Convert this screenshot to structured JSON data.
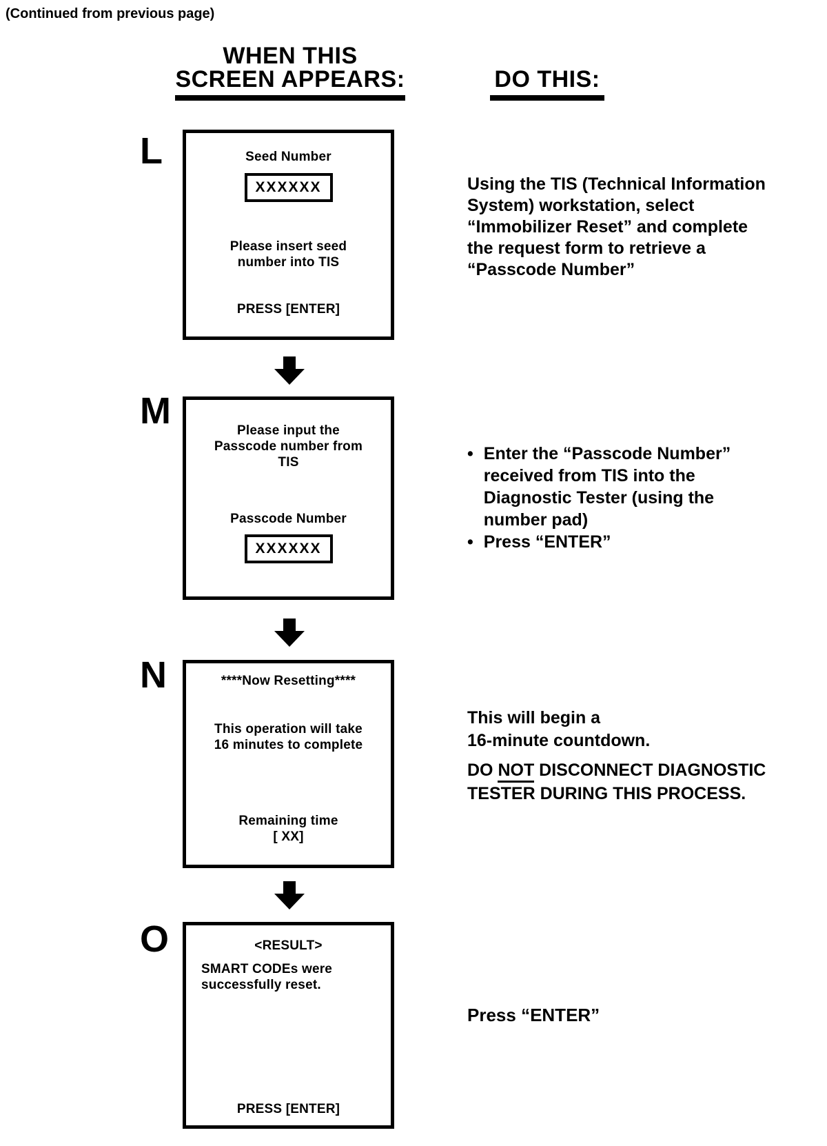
{
  "colors": {
    "ink": "#000000",
    "paper": "#ffffff"
  },
  "page": {
    "continued_note": "(Continued from previous page)"
  },
  "headers": {
    "left_line1": "WHEN THIS",
    "left_line2": "SCREEN APPEARS:",
    "right": "DO THIS:"
  },
  "steps": [
    {
      "label": "L",
      "screen": {
        "title": "Seed Number",
        "field_value": "XXXXXX",
        "body_lines": [
          "Please insert seed",
          "number into TIS"
        ],
        "footer": "PRESS [ENTER]"
      },
      "instruction_lines": [
        "Using the TIS (Technical Information",
        "System) workstation, select",
        "“Immobilizer Reset” and complete",
        "the request form to retrieve a",
        "“Passcode Number”"
      ]
    },
    {
      "label": "M",
      "screen": {
        "body_lines": [
          "Please input the",
          "Passcode number from",
          "TIS"
        ],
        "field_label": "Passcode Number",
        "field_value": "XXXXXX"
      },
      "bullets": [
        {
          "lines": [
            "Enter the “Passcode Number”",
            "received from TIS into the",
            "Diagnostic Tester (using the",
            "number pad)"
          ]
        },
        {
          "lines": [
            "Press “ENTER”"
          ]
        }
      ]
    },
    {
      "label": "N",
      "screen": {
        "title": "****Now Resetting****",
        "body_lines": [
          "This operation will take",
          "16 minutes to complete"
        ],
        "footer_lines": [
          "Remaining time",
          "[ XX]"
        ]
      },
      "instruction_lines": [
        "This will begin a",
        "16-minute countdown."
      ],
      "warning": {
        "prefix": "DO ",
        "underlined": "NOT",
        "after": " DISCONNECT DIAGNOSTIC",
        "line2": "TESTER DURING THIS PROCESS."
      }
    },
    {
      "label": "O",
      "screen": {
        "title": "<RESULT>",
        "body_lines": [
          "SMART CODEs were",
          "successfully reset."
        ],
        "footer": "PRESS [ENTER]"
      },
      "instruction_lines": [
        "Press “ENTER”"
      ]
    }
  ]
}
